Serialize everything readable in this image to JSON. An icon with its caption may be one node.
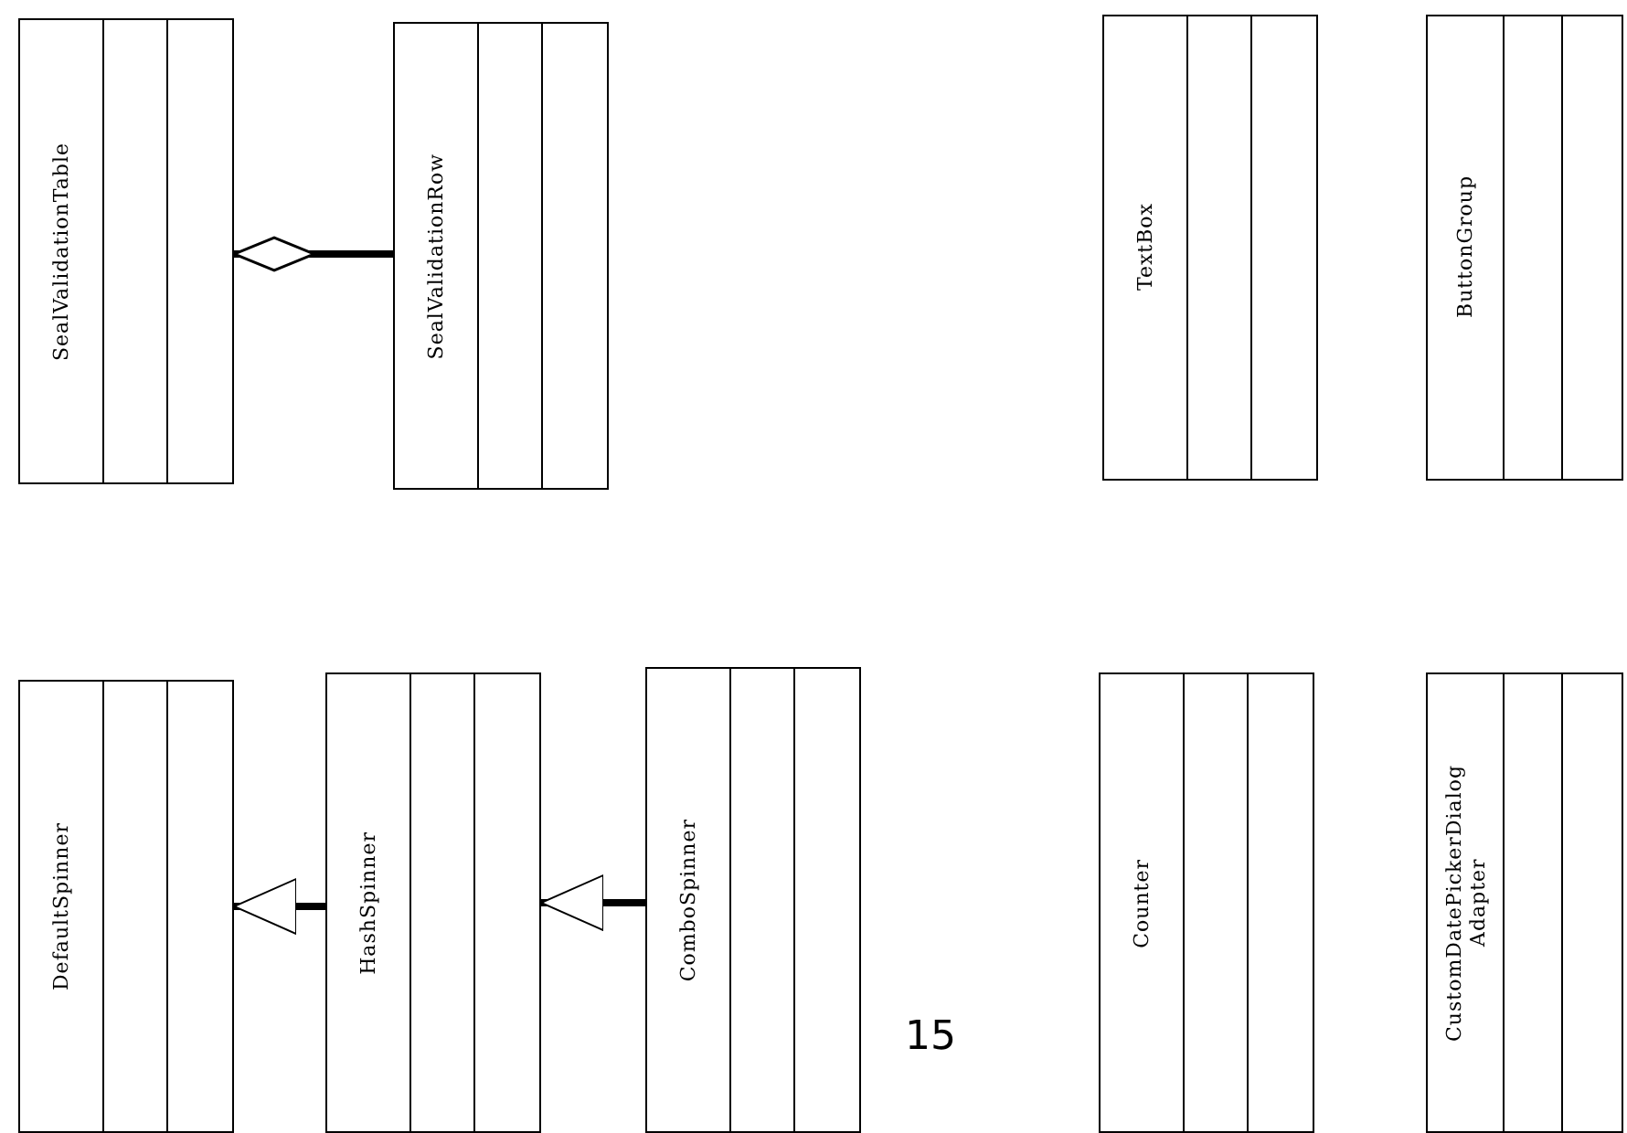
{
  "diagram": {
    "nodes": [
      {
        "text": [
          "SealValidationTable"
        ]
      },
      {
        "text": [
          "SealValidationRow"
        ]
      },
      {
        "text": [
          "TextBox"
        ]
      },
      {
        "text": [
          "ButtonGroup"
        ]
      },
      {
        "text": [
          "DefaultSpinner"
        ]
      },
      {
        "text": [
          "HashSpinner"
        ]
      },
      {
        "text": [
          "ComboSpinner"
        ]
      },
      {
        "text": [
          "Counter"
        ]
      },
      {
        "text": [
          "CustomDatePickerDialog Adapter"
        ]
      }
    ],
    "edges": [
      {
        "from": 1,
        "to": 0,
        "arrow": "other"
      },
      {
        "from": 5,
        "to": 4,
        "arrow": "to"
      },
      {
        "from": 6,
        "to": 5,
        "arrow": "to"
      }
    ],
    "labels": [
      "15"
    ]
  }
}
